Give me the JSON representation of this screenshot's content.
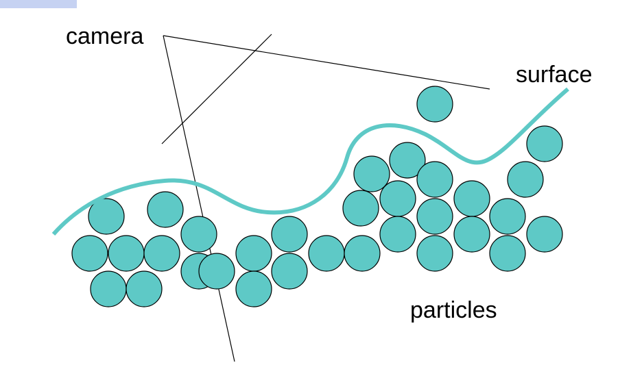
{
  "labels": {
    "camera": "camera",
    "surface": "surface",
    "particles": "particles"
  },
  "colors": {
    "particle_fill": "#5ec9c6",
    "particle_stroke": "#000000",
    "surface_stroke": "#5ec9c6",
    "camera_stroke": "#000000",
    "corner_tab": "#c6d2f2",
    "background": "#ffffff"
  }
}
